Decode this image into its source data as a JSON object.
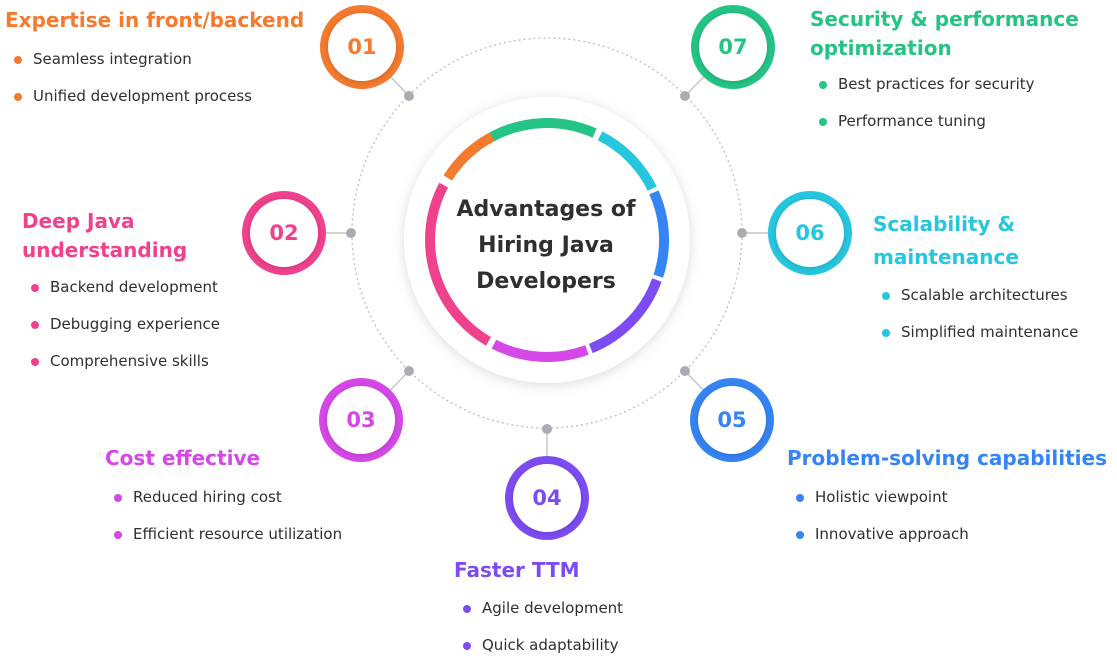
{
  "center": {
    "lines": [
      "Advantages of",
      "Hiring Java",
      "Developers"
    ]
  },
  "colors": {
    "orange": "#f47a2e",
    "pink": "#f0418d",
    "magenta": "#d647e8",
    "purple": "#7c4cf2",
    "blue": "#3584f4",
    "cyan": "#26c7de",
    "green": "#24c485"
  },
  "items": [
    {
      "num": "01",
      "color": "#f47a2e",
      "title": [
        "Expertise in front/backend"
      ],
      "bullets": [
        "Seamless integration",
        "Unified development process"
      ]
    },
    {
      "num": "02",
      "color": "#f0418d",
      "title": [
        "Deep Java",
        "understanding"
      ],
      "bullets": [
        "Backend development",
        "Debugging experience",
        "Comprehensive skills"
      ]
    },
    {
      "num": "03",
      "color": "#d647e8",
      "title": [
        "Cost effective"
      ],
      "bullets": [
        "Reduced hiring cost",
        "Efficient resource utilization"
      ]
    },
    {
      "num": "04",
      "color": "#7c4cf2",
      "title": [
        "Faster TTM"
      ],
      "bullets": [
        "Agile development",
        "Quick adaptability"
      ]
    },
    {
      "num": "05",
      "color": "#3584f4",
      "title": [
        "Problem-solving capabilities"
      ],
      "bullets": [
        "Holistic viewpoint",
        "Innovative approach"
      ]
    },
    {
      "num": "06",
      "color": "#26c7de",
      "title": [
        "Scalability &",
        "maintenance"
      ],
      "bullets": [
        "Scalable architectures",
        "Simplified maintenance"
      ]
    },
    {
      "num": "07",
      "color": "#24c485",
      "title": [
        "Security & performance",
        "optimization"
      ],
      "bullets": [
        "Best practices for security",
        "Performance tuning"
      ]
    }
  ]
}
